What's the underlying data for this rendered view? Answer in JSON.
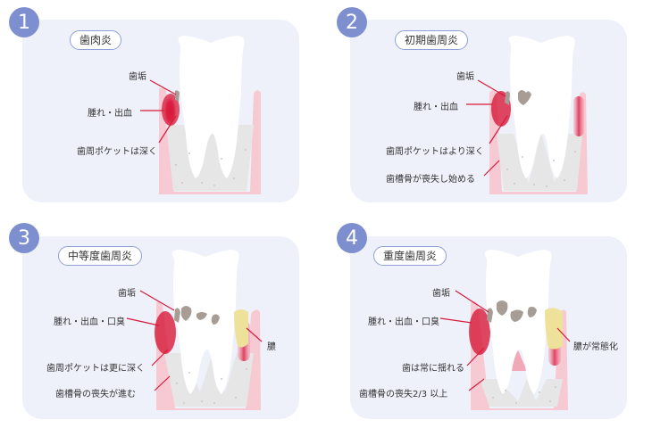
{
  "panels": [
    {
      "number": "1",
      "title": "歯肉炎",
      "labels": [
        "歯垢",
        "腫れ・出血",
        "歯周ポケットは深く"
      ]
    },
    {
      "number": "2",
      "title": "初期歯周炎",
      "labels": [
        "歯垢",
        "腫れ・出血",
        "歯周ポケットはより深く",
        "歯槽骨が喪失し始める"
      ]
    },
    {
      "number": "3",
      "title": "中等度歯周炎",
      "labels": [
        "歯垢",
        "腫れ・出血・口臭",
        "膿",
        "歯周ポケットは更に深く",
        "歯槽骨の喪失が進む"
      ]
    },
    {
      "number": "4",
      "title": "重度歯周炎",
      "labels": [
        "歯垢",
        "腫れ・出血・口臭",
        "膿が常態化",
        "歯は常に揺れる",
        "歯槽骨の喪失2/3 以上"
      ]
    }
  ],
  "colors": {
    "panel_bg": "#eef0fa",
    "badge": "#7e8fd0",
    "gum": "#f6c9d3",
    "inflamed": "#d81a3a",
    "bone": "#e6e6e6",
    "plaque": "#a79d95",
    "pus": "#eee19a"
  }
}
